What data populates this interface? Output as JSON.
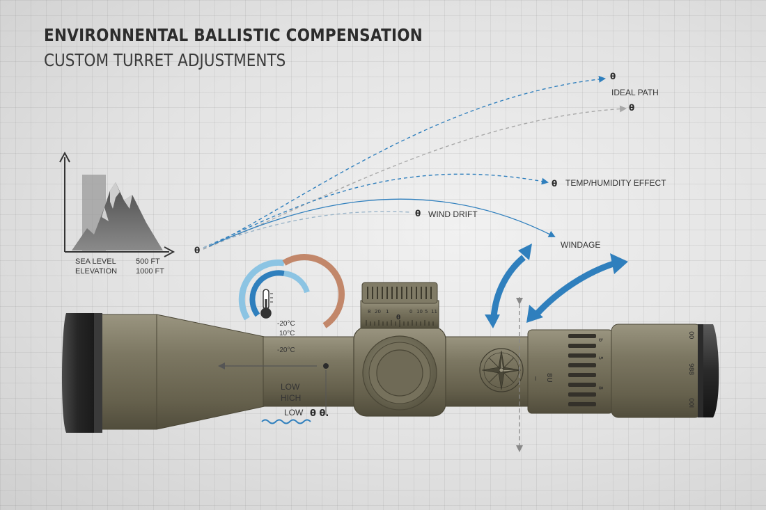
{
  "header": {
    "title": "ENVIRONNENTAL BALLISTIC COMPENSATION",
    "subtitle": "CUSTOM TURRET ADJUSTMENTS"
  },
  "elevation_chart": {
    "label_line1": "SEA LEVEL",
    "label_line2": "ELEVATION",
    "value_1": "500 FT",
    "value_2": "1000 FT"
  },
  "trajectory": {
    "origin_mark": "θ",
    "ideal_mark": "θ",
    "ideal_label": "IDEAL PATH",
    "second_mark": "θ",
    "temp_mark": "θ",
    "temp_label": "TEMP/HUMIDITY EFFECT",
    "wind_mark": "θ",
    "wind_label": "WIND DRIFT",
    "windage_label": "WINDAGE"
  },
  "temperature": {
    "label_1": "-20°C",
    "label_2": "10°C",
    "label_3": "-20°C"
  },
  "humidity": {
    "label_low": "LOW",
    "label_high": "HICH",
    "label_low2": "LOW",
    "marks": "θ θ."
  },
  "turret": {
    "scale": [
      "8",
      "20",
      "1",
      "0",
      "10",
      "5",
      "11"
    ],
    "center_mark": "θ"
  },
  "scope_markings": {
    "side_mark": "8U",
    "side_mark_small": "I",
    "eyepiece_1": "00",
    "eyepiece_2": "988",
    "eyepiece_3": "00I",
    "ring_1": "b",
    "ring_2": "5",
    "ring_3": "8"
  },
  "colors": {
    "accent_blue": "#2f7fbd",
    "light_blue": "#8cc4e3",
    "warm_copper": "#c2876a",
    "scope_body": "#77725e",
    "dash_gray": "#a8a8a8"
  }
}
